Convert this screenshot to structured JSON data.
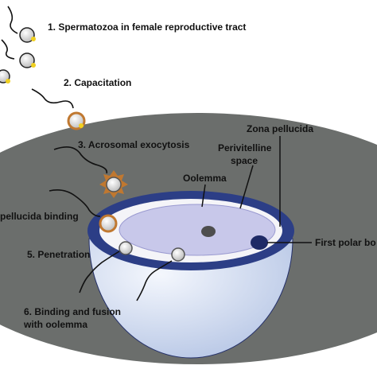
{
  "steps": [
    {
      "label": "1. Spermatozoa in female reproductive tract"
    },
    {
      "label": "2. Capacitation"
    },
    {
      "label": "3. Acrosomal exocytosis"
    },
    {
      "label": "pellucida binding"
    },
    {
      "label": "5. Penetration"
    },
    {
      "label": "6. Binding and fusion"
    },
    {
      "label": "with oolemma"
    }
  ],
  "structures": {
    "zona_pellucida": "Zona pellucida",
    "perivitelline_1": "Perivitelline",
    "perivitelline_2": "space",
    "oolemma": "Oolemma",
    "first_polar_body": "First polar bo"
  },
  "colors": {
    "surface": "#6b6e6c",
    "zona": "#2c3e86",
    "perivitelline": "#f4f4f8",
    "cytoplasm": "#c8c8ea",
    "egg_body": "#e6ecf8",
    "acrosome": "#f0d020",
    "capacitated_ring": "#c07830",
    "nucleus": "#4e4e4e",
    "sperm_head": "#e8e8e8"
  }
}
